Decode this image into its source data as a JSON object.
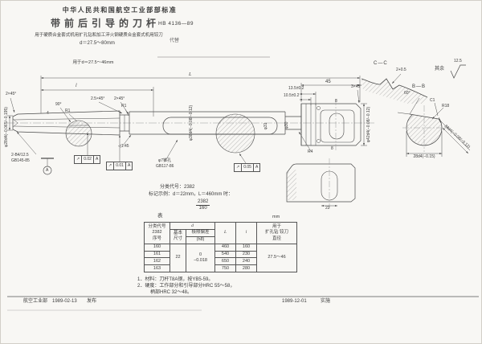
{
  "header": {
    "org": "中华人民共和国航空工业部部标准",
    "title": "带前后引导的刀杆",
    "std_no": "HB 4136—89",
    "replaces": "代替",
    "subtitle": "用于硬质合金套式机用扩孔钻和加工淬火钢硬质合金套式机用铰刀",
    "range": "d＝27.5～80mm",
    "applicable": "用于d＝27.5～46mm"
  },
  "drawing": {
    "dim_L": "L",
    "dim_l": "l",
    "dim_45": "45",
    "dim_135": "13.5±0.2",
    "dim_105": "10.5±0.2",
    "chamfer_left": "2×45°",
    "chamfer_a": "2.5×45°",
    "chamfer_b": "2×45°",
    "chamfer_right": "3×45°",
    "angle_90": "90°",
    "r1": "R1",
    "r1b": "R1",
    "r4": "R4",
    "dim_4": "4",
    "dim_8a": "8",
    "dim_8b": "8",
    "taper": "◁1:45",
    "phi_left": "φ28d4(−0.065/−0.195)",
    "phi_mid": "φ38d4(−0.08/−0.12)",
    "phi_31": "φ31",
    "phi_30": "φ30",
    "phi_right": "φ42d4(−0.08/−0.12)",
    "center_hole_1": "2-B4/12.5",
    "center_hole_2": "GB145-85",
    "pin_1": "φ7锥孔",
    "pin_2": "GB117-86",
    "datum": "A",
    "tol1": {
      "sym": "↗",
      "val": "0.02",
      "ref": "A"
    },
    "tol2": {
      "sym": "↗",
      "val": "0.01",
      "ref": "A"
    },
    "tol3": {
      "sym": "↗",
      "val": "0.05",
      "ref": "A"
    },
    "section_cc": "C—C",
    "cc_dim": "2+0.5",
    "section_bb": "B—B",
    "bb_60": "60°",
    "bb_c1": "C1",
    "bb_r18": "R18",
    "bb_diag": "38d4(−0.08/−0.12)",
    "bb_flat": "28d4(−0.15)",
    "rough_rest": "其余",
    "rough_val": "12.5",
    "detail_22": "22"
  },
  "example": {
    "class_code": "分类代号：2382",
    "mark": "标记示例：d＝22mm，L＝460mm 时：",
    "frac_num": "2382",
    "frac_den": "160",
    "caption": "表",
    "unit": "mm"
  },
  "table": {
    "col1_h1": "分类代号",
    "col1_h2": "2382",
    "col1_h3": "序号",
    "d_header": "d",
    "d_basic_h1": "基本",
    "d_basic_h2": "尺寸",
    "d_dev_h1": "极限偏差",
    "d_dev_h2": "(h8)",
    "L_h": "L",
    "l_h": "l",
    "use_h1": "用于",
    "use_h2": "扩孔钻 铰刀",
    "use_h3": "直径",
    "d_basic": "22",
    "d_dev_top": "0",
    "d_dev_bot": "−0.018",
    "use_range": "27.5～46",
    "rows": [
      {
        "no": "160",
        "L": "460",
        "l": "160"
      },
      {
        "no": "161",
        "L": "540",
        "l": "230"
      },
      {
        "no": "162",
        "L": "650",
        "l": "240"
      },
      {
        "no": "163",
        "L": "750",
        "l": "280"
      }
    ]
  },
  "notes": {
    "n1": "1．材料：刀杆T8A钢，按YB5-59。",
    "n2": "2．硬度：工作部分和引导部分HRC 55～58，",
    "n3": "柄部HRC 32～48。"
  },
  "footer": {
    "org": "航空工业部",
    "issue_date": "1989-02-13",
    "issue_word": "发布",
    "impl_date": "1989-12-01",
    "impl_word": "实施"
  }
}
